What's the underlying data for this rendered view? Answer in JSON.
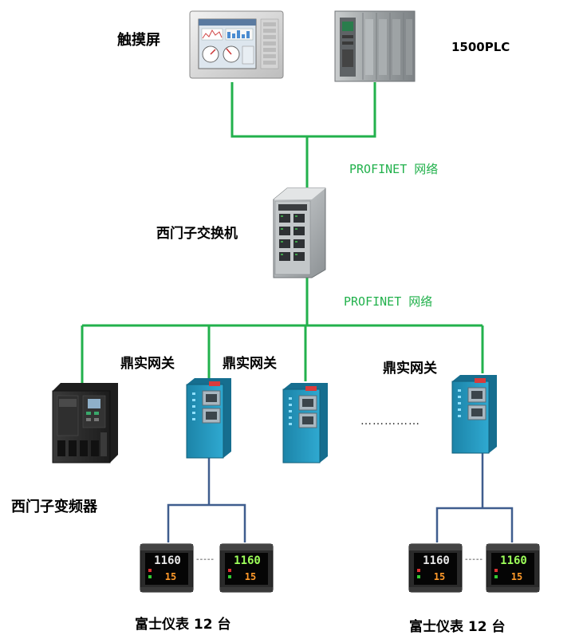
{
  "labels": {
    "touchscreen": "触摸屏",
    "plc": "1500PLC",
    "switch": "西门子交换机",
    "network_top": "PROFINET 网络",
    "network_bottom": "PROFINET 网络",
    "gateway_1": "鼎实网关",
    "gateway_2": "鼎实网关",
    "gateway_3": "鼎实网关",
    "vfd": "西门子变频器",
    "instruments_left": "富士仪表 12 台",
    "instruments_right": "富士仪表 12 台",
    "ellipsis_main": "……………",
    "ellipsis_left": "-----",
    "ellipsis_right": "-----"
  },
  "meter": {
    "upper": "1160",
    "lower": "15"
  },
  "colors": {
    "profinet": "#22b14c",
    "fieldbus": "#3f5d8e",
    "network_text": "#22b14c",
    "gateway_body": "#1f8fb5",
    "device_dark": "#2b2b2b"
  }
}
